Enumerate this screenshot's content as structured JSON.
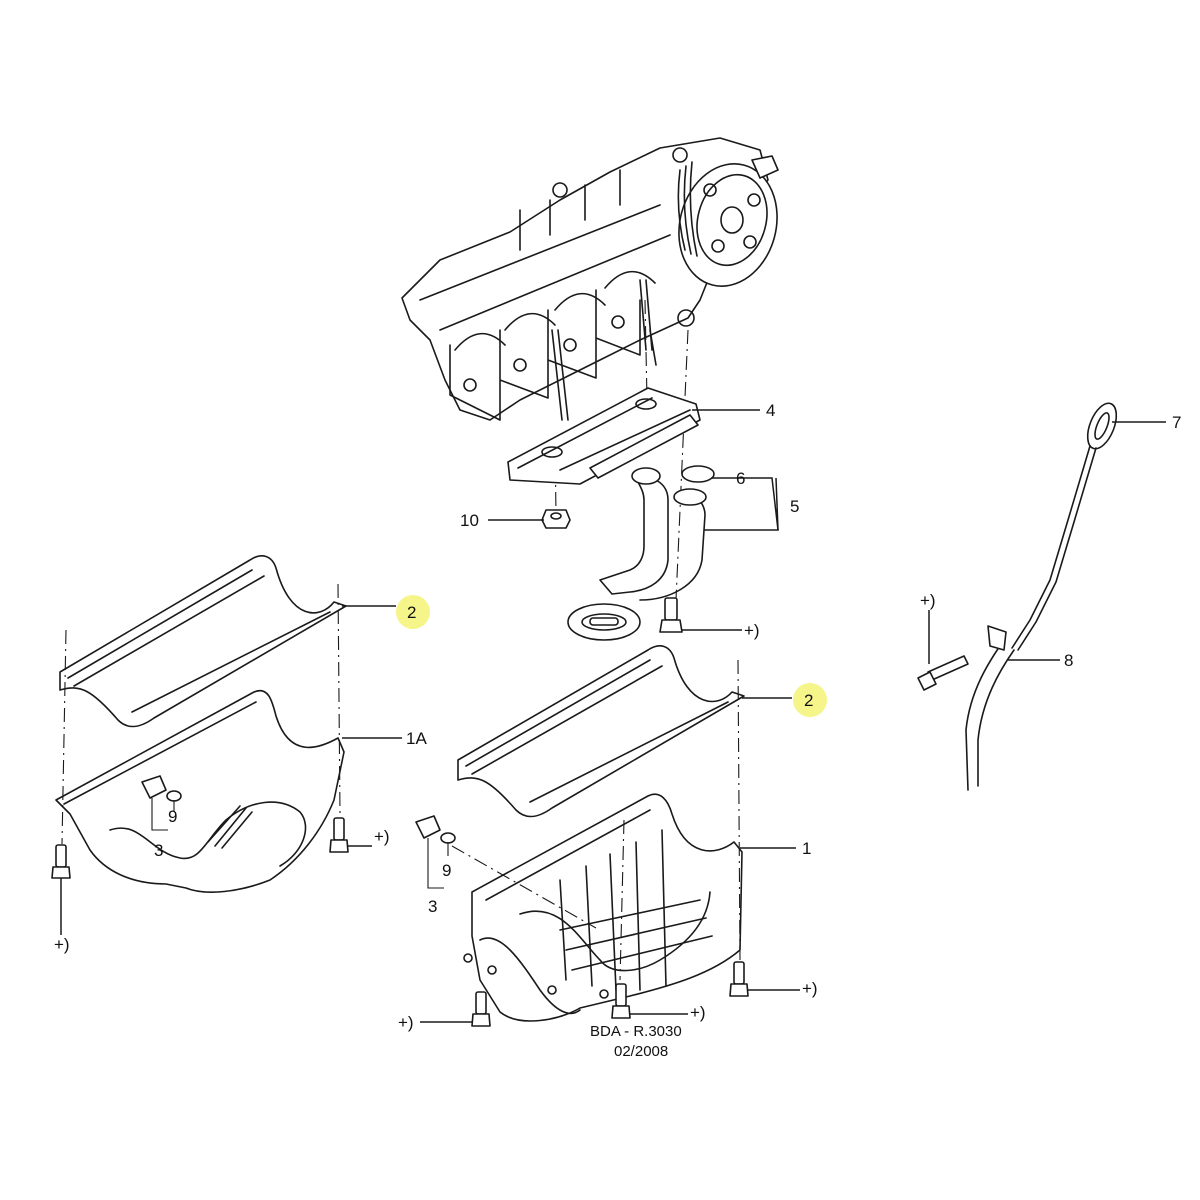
{
  "callouts": {
    "c1": "1",
    "c1a": "1A",
    "c2_left": "2",
    "c2_right": "2",
    "c3_left": "3",
    "c3_right": "3",
    "c4": "4",
    "c5": "5",
    "c6": "6",
    "c7": "7",
    "c8": "8",
    "c9_left": "9",
    "c9_right": "9",
    "c10": "10"
  },
  "bolt_marks": {
    "pickup": "+)",
    "left_pan_right": "+)",
    "left_pan_bottom": "+)",
    "right_pan_side": "+)",
    "right_pan_bottom": "+)",
    "right_pan_left": "+)",
    "dipstick_bolt": "+)"
  },
  "reference": {
    "code": "BDA - R.3030",
    "date": "02/2008"
  },
  "highlight_color": "#f5f58a"
}
